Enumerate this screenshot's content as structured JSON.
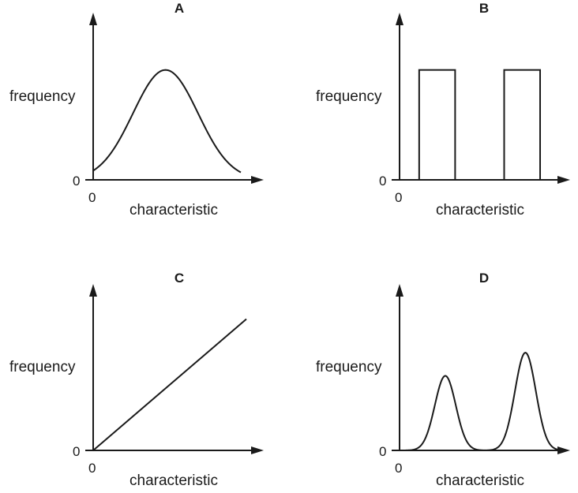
{
  "chart_data": [
    {
      "type": "line",
      "title": "A",
      "xlabel": "characteristic",
      "ylabel": "frequency",
      "x_origin_label": "0",
      "y_origin_label": "0",
      "shape": "single-peak",
      "peaks": [
        {
          "center": 0.49,
          "height": 0.86,
          "width": 0.22
        }
      ],
      "x_extent": [
        0.0,
        1.0
      ]
    },
    {
      "type": "bar",
      "title": "B",
      "xlabel": "characteristic",
      "ylabel": "frequency",
      "x_origin_label": "0",
      "y_origin_label": "0",
      "shape": "two-separate-bars",
      "bars": [
        {
          "x0": 0.12,
          "x1": 0.34,
          "value": 0.86
        },
        {
          "x0": 0.64,
          "x1": 0.86,
          "value": 0.86
        }
      ]
    },
    {
      "type": "line",
      "title": "C",
      "xlabel": "characteristic",
      "ylabel": "frequency",
      "x_origin_label": "0",
      "y_origin_label": "0",
      "shape": "straight-line",
      "points": [
        [
          0.0,
          0.0
        ],
        [
          1.0,
          0.91
        ]
      ]
    },
    {
      "type": "line",
      "title": "D",
      "xlabel": "characteristic",
      "ylabel": "frequency",
      "x_origin_label": "0",
      "y_origin_label": "0",
      "shape": "two-peaks",
      "peaks": [
        {
          "center": 0.28,
          "height": 0.58,
          "width": 0.064
        },
        {
          "center": 0.77,
          "height": 0.76,
          "width": 0.064
        }
      ],
      "x_extent": [
        0.0,
        1.0
      ]
    }
  ]
}
